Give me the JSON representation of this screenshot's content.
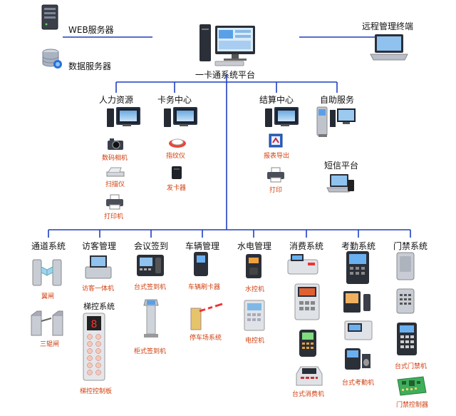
{
  "servers": {
    "web": "WEB服务器",
    "db": "数据服务器",
    "remote": "远程管理终端",
    "platform": "一卡通系统平台"
  },
  "centers": [
    {
      "key": "hr",
      "label": "人力资源"
    },
    {
      "key": "card",
      "label": "卡务中心"
    },
    {
      "key": "settle",
      "label": "结算中心"
    },
    {
      "key": "self",
      "label": "自助服务"
    }
  ],
  "center_devices": {
    "hr": [
      "数码相机",
      "扫描仪",
      "打印机"
    ],
    "card": [
      "指纹仪",
      "发卡器"
    ],
    "settle": [
      "报表导出",
      "打印"
    ],
    "self": [
      "短信平台"
    ]
  },
  "subsystems": [
    {
      "label": "通道系统",
      "devices": [
        "翼闸",
        "三辊闸"
      ]
    },
    {
      "label": "访客管理",
      "devices": [
        "访客一体机",
        "梯控系统",
        "梯控控制板"
      ]
    },
    {
      "label": "会议签到",
      "devices": [
        "台式签到机",
        "柜式签到机"
      ]
    },
    {
      "label": "车辆管理",
      "devices": [
        "车辆刷卡器",
        "停车场系统"
      ]
    },
    {
      "label": "水电管理",
      "devices": [
        "水控机",
        "电控机"
      ]
    },
    {
      "label": "消费系统",
      "devices": [
        "台式消费机"
      ]
    },
    {
      "label": "考勤系统",
      "devices": [
        "台式考勤机"
      ]
    },
    {
      "label": "门禁系统",
      "devices": [
        "台式门禁机",
        "门禁控制器"
      ]
    }
  ]
}
